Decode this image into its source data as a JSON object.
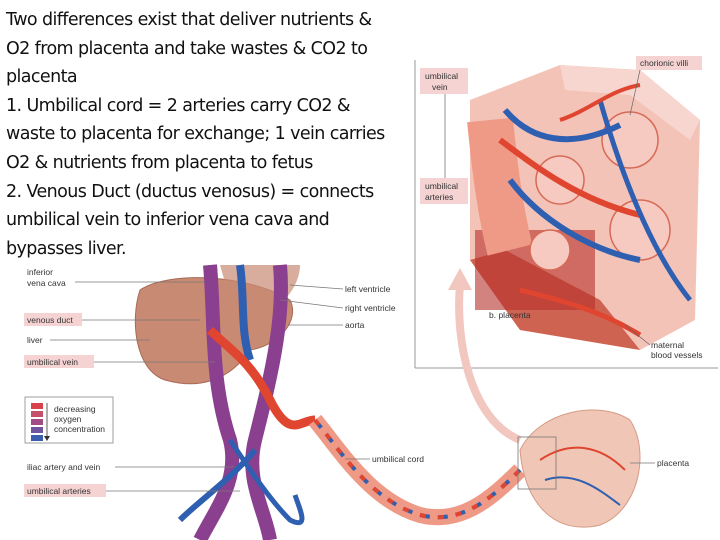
{
  "slide": {
    "lines": [
      "Two  differences exist that deliver nutrients &",
      "O2 from placenta and take wastes & CO2 to",
      "placenta",
      "1. Umbilical cord = 2 arteries carry CO2 &",
      "waste to placenta for exchange; 1 vein carries",
      "O2 & nutrients from placenta to fetus",
      "2.  Venous Duct (ductus venosus) = connects",
      "umbilical vein to inferior vena cava and",
      "bypasses liver."
    ]
  },
  "diagram_labels": {
    "inferior_vena_cava_1": "inferior",
    "inferior_vena_cava_2": "vena cava",
    "venous_duct": "venous duct",
    "liver": "liver",
    "umbilical_vein_fetal": "umbilical vein",
    "left_ventricle": "left ventricle",
    "right_ventricle": "right ventricle",
    "aorta": "aorta",
    "iliac": "iliac artery and vein",
    "umbilical_arteries_fetal": "umbilical arteries",
    "umbilical_cord": "umbilical cord",
    "placenta": "placenta",
    "key_1": "decreasing",
    "key_2": "oxygen",
    "key_3": "concentration",
    "inset_umbilical_vein_1": "umbilical",
    "inset_umbilical_vein_2": "vein",
    "inset_umbilical_arteries_1": "umbilical",
    "inset_umbilical_arteries_2": "arteries",
    "chorionic_villi": "chorionic villi",
    "b_placenta": "b. placenta",
    "maternal_1": "maternal",
    "maternal_2": "blood vessels"
  },
  "colors": {
    "oxygenated": "#e0452f",
    "deoxygenated": "#2f5fb0",
    "mixed": "#8a3f8f",
    "liver": "#c98a74",
    "label_box": "#f5d3d3"
  },
  "key_colors": [
    "#d9424a",
    "#c5506a",
    "#a04d86",
    "#6f55a0",
    "#3b5db0"
  ]
}
